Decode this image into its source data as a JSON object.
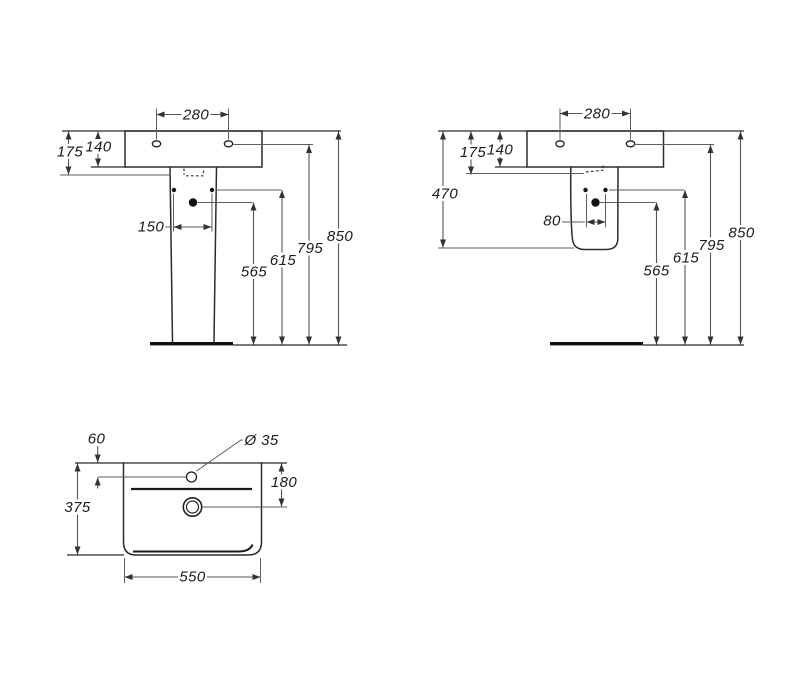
{
  "drawing": {
    "background": "#ffffff",
    "line_color": "#2b2b2b",
    "dim_line_color": "#555555",
    "text_color": "#1a1a1a"
  },
  "views": {
    "front_left": {
      "dims": {
        "hole_spacing": "280",
        "panel_height": "175",
        "basin_height": "140",
        "fixing_spacing": "150",
        "drain_height": "565",
        "fixing_height": "615",
        "hole_height": "795",
        "total_height": "850"
      }
    },
    "front_right": {
      "dims": {
        "hole_spacing": "280",
        "panel_height": "175",
        "basin_height": "140",
        "half_pedestal_height": "470",
        "fixing_spacing": "80",
        "drain_height": "565",
        "fixing_height": "615",
        "hole_height": "795",
        "total_height": "850"
      }
    },
    "plan": {
      "dims": {
        "tap_hole_offset": "60",
        "tap_hole_diameter": "Ø 35",
        "depth": "375",
        "drain_offset": "180",
        "width": "550"
      }
    }
  }
}
